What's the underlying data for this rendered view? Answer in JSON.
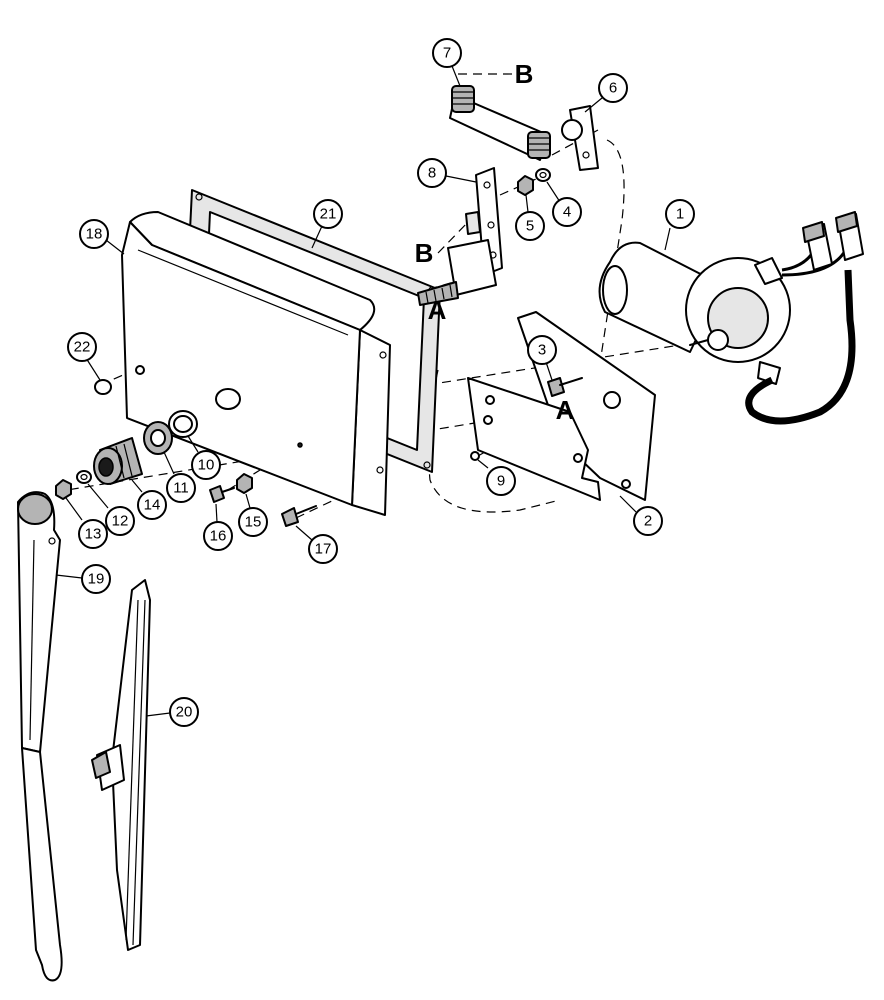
{
  "callouts": [
    {
      "id": "1",
      "label": "1"
    },
    {
      "id": "2",
      "label": "2"
    },
    {
      "id": "3",
      "label": "3"
    },
    {
      "id": "4",
      "label": "4"
    },
    {
      "id": "5",
      "label": "5"
    },
    {
      "id": "6",
      "label": "6"
    },
    {
      "id": "7",
      "label": "7"
    },
    {
      "id": "8",
      "label": "8"
    },
    {
      "id": "9",
      "label": "9"
    },
    {
      "id": "10",
      "label": "10"
    },
    {
      "id": "11",
      "label": "11"
    },
    {
      "id": "12",
      "label": "12"
    },
    {
      "id": "13",
      "label": "13"
    },
    {
      "id": "14",
      "label": "14"
    },
    {
      "id": "15",
      "label": "15"
    },
    {
      "id": "16",
      "label": "16"
    },
    {
      "id": "17",
      "label": "17"
    },
    {
      "id": "18",
      "label": "18"
    },
    {
      "id": "19",
      "label": "19"
    },
    {
      "id": "20",
      "label": "20"
    },
    {
      "id": "21",
      "label": "21"
    },
    {
      "id": "22",
      "label": "22"
    }
  ],
  "reference_letters": {
    "b_top": "B",
    "b_mid": "B",
    "a_shaft": "A",
    "a_bracket": "A"
  }
}
